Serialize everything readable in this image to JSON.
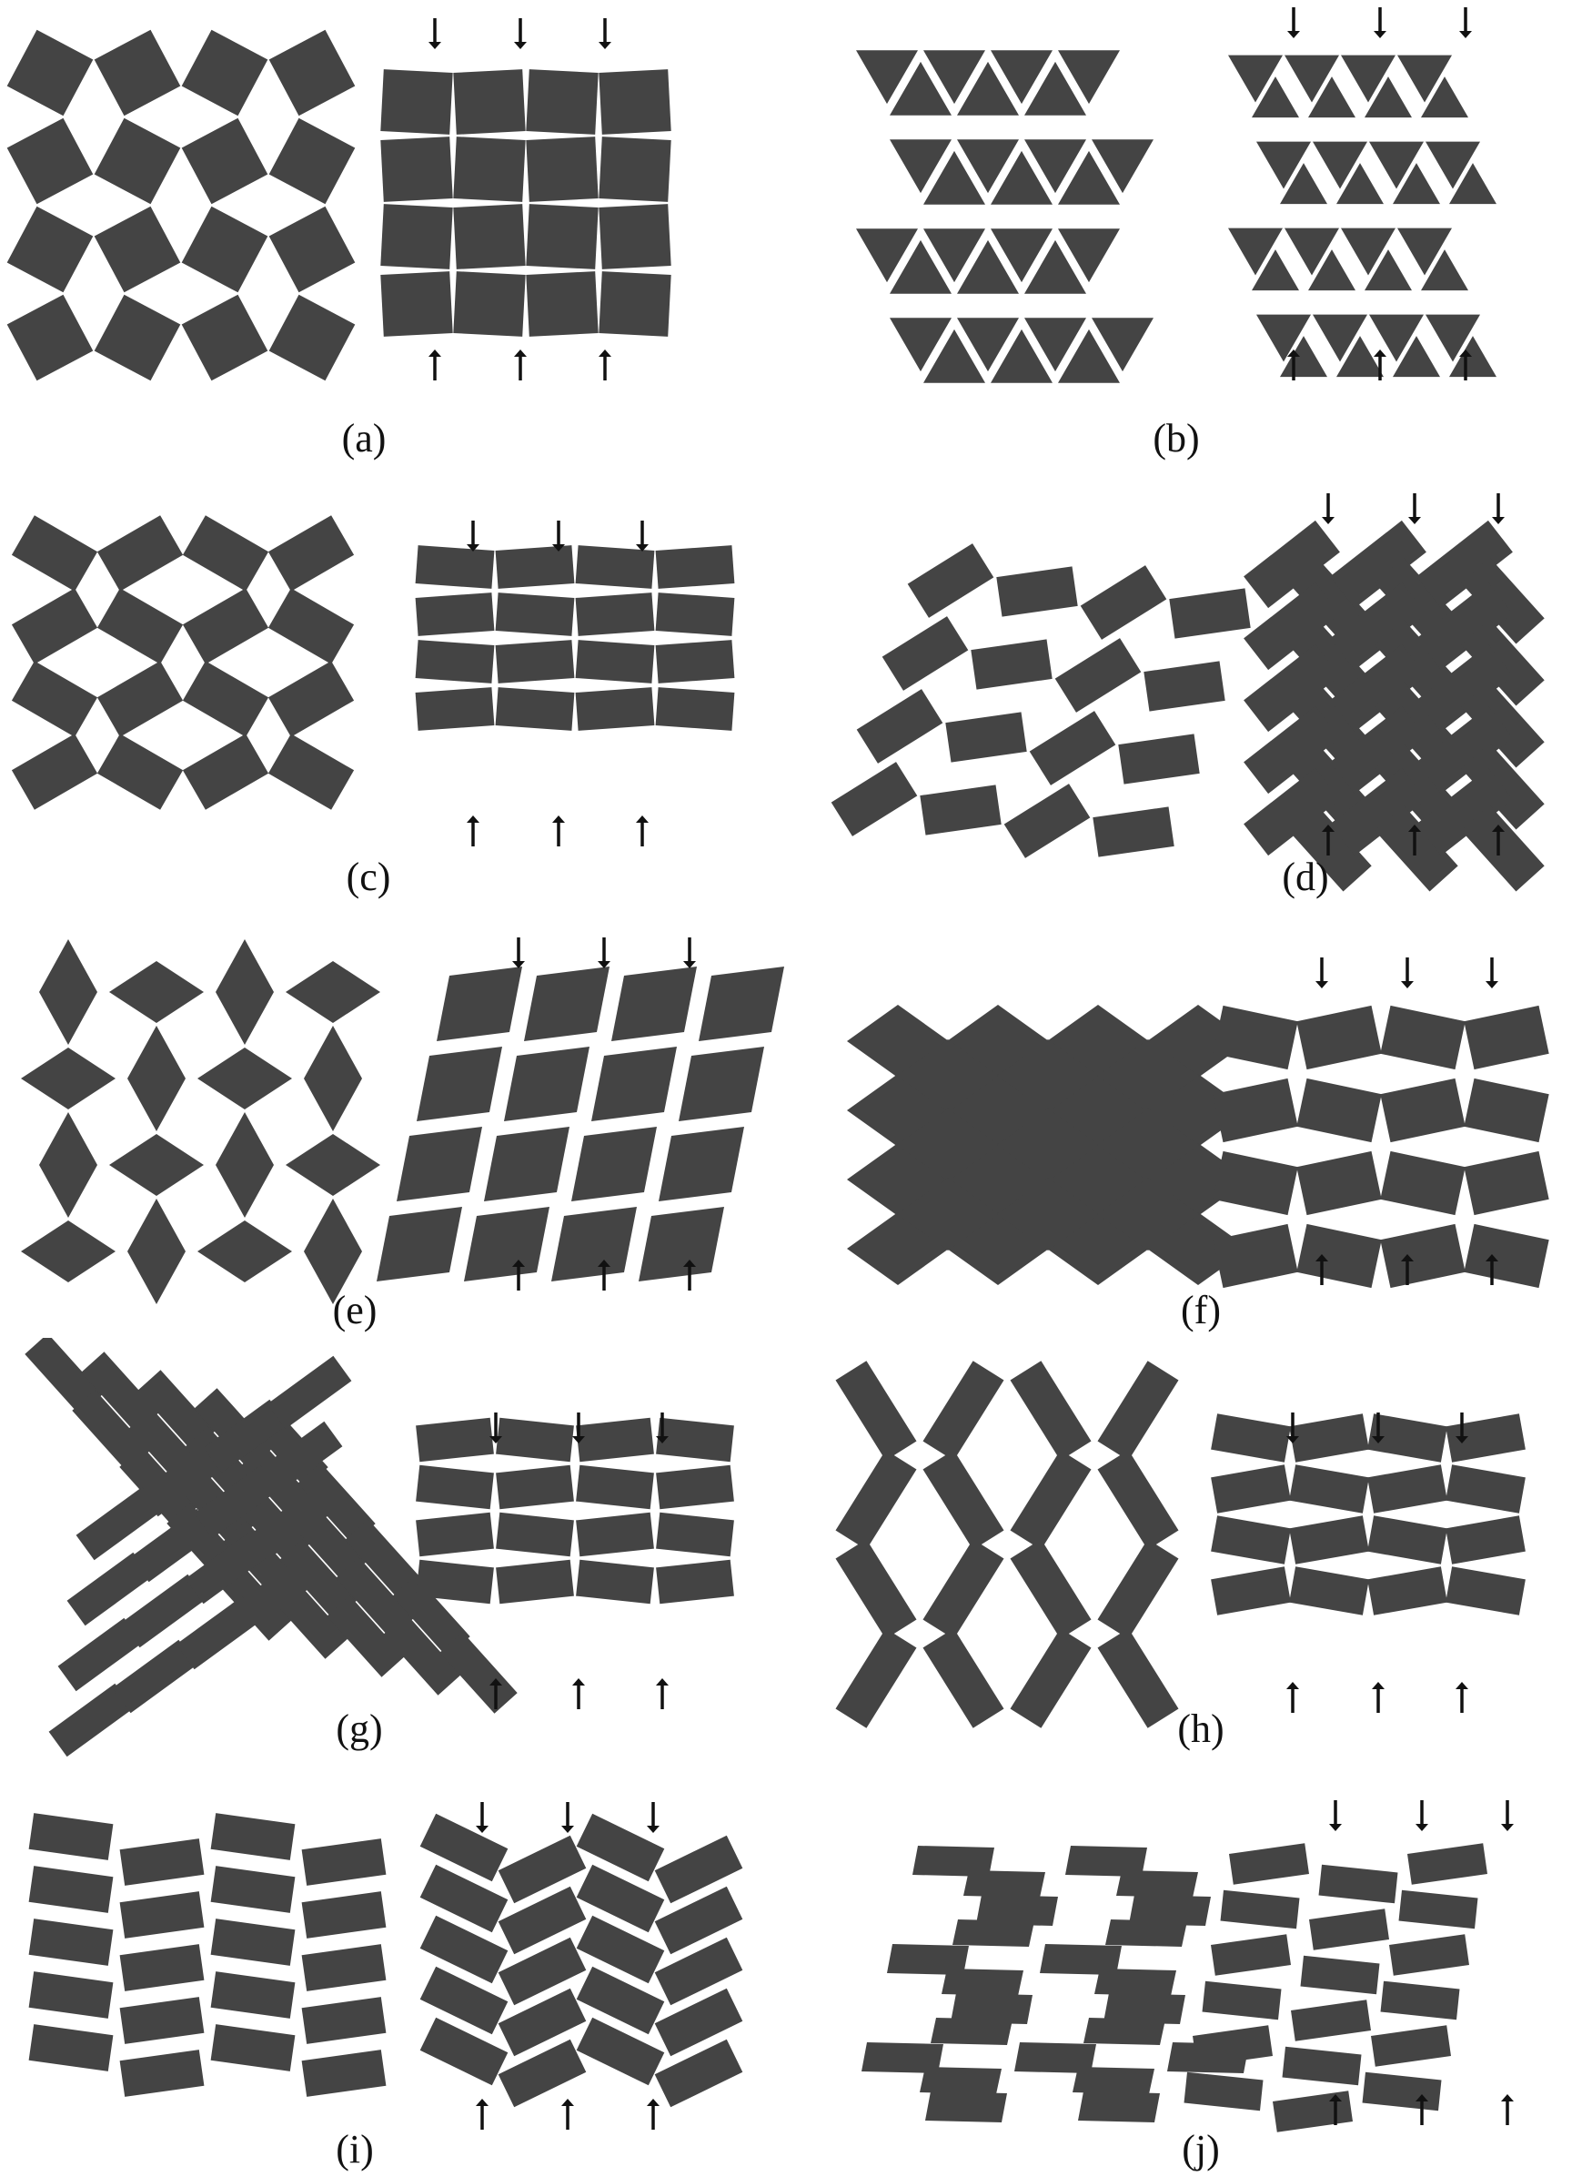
{
  "colors": {
    "tile": "#444444",
    "arrow": "#111111",
    "background": "#ffffff"
  },
  "panels": [
    {
      "id": "a",
      "caption": "(a)",
      "motif": "rotating-squares"
    },
    {
      "id": "b",
      "caption": "(b)",
      "motif": "rotating-triangles"
    },
    {
      "id": "c",
      "caption": "(c)",
      "motif": "rotating-rectangles"
    },
    {
      "id": "d",
      "caption": "(d)",
      "motif": "herringbone-rectangles"
    },
    {
      "id": "e",
      "caption": "(e)",
      "motif": "rotating-parallelograms"
    },
    {
      "id": "f",
      "caption": "(f)",
      "motif": "rhombus-lattice"
    },
    {
      "id": "g",
      "caption": "(g)",
      "motif": "tilted-bar-lattice"
    },
    {
      "id": "h",
      "caption": "(h)",
      "motif": "x-bar-lattice"
    },
    {
      "id": "i",
      "caption": "(i)",
      "motif": "chevron-rectangles"
    },
    {
      "id": "j",
      "caption": "(j)",
      "motif": "sheared-brick"
    }
  ],
  "icons": {
    "load_arrow": "arrow-icon"
  }
}
